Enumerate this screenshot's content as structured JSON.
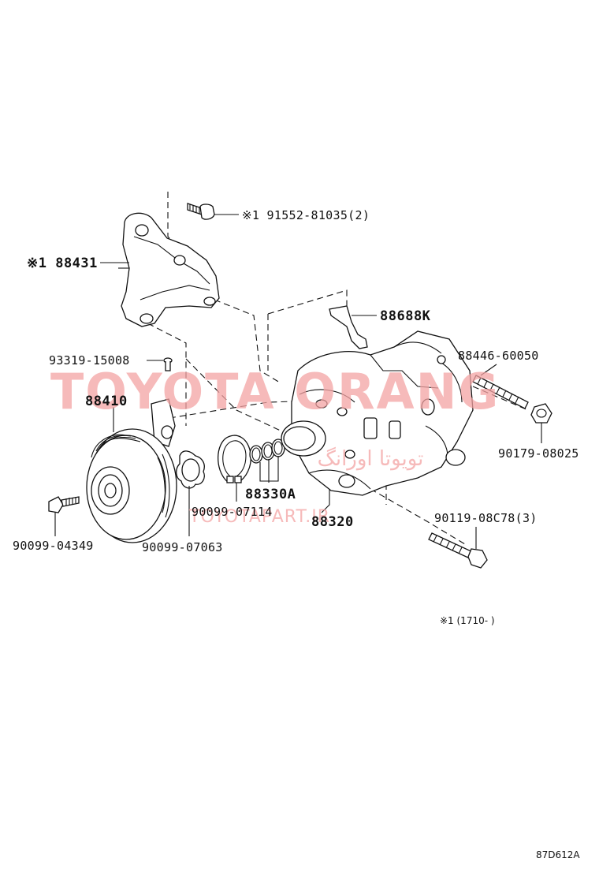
{
  "watermark": {
    "main": "TOYOTA ORANG",
    "persian": "تویوتا اورانگ",
    "site": "TOYOTAPART.IR"
  },
  "labels": {
    "bolt_top": "※1 91552-81035(2)",
    "bracket": "※1 88431",
    "pin": "93319-15008",
    "clutch": "88410",
    "bolt_left": "90099-04349",
    "shim": "90099-07063",
    "snap_ring": "90099-07114",
    "orings": "88330A",
    "compressor": "88320",
    "sticker": "88688K",
    "stud": "88446-60050",
    "nut": "90179-08025",
    "bolt_right": "90119-08C78(3)"
  },
  "footnote": "※1 (1710-     )",
  "diagram_code": "87D612A"
}
